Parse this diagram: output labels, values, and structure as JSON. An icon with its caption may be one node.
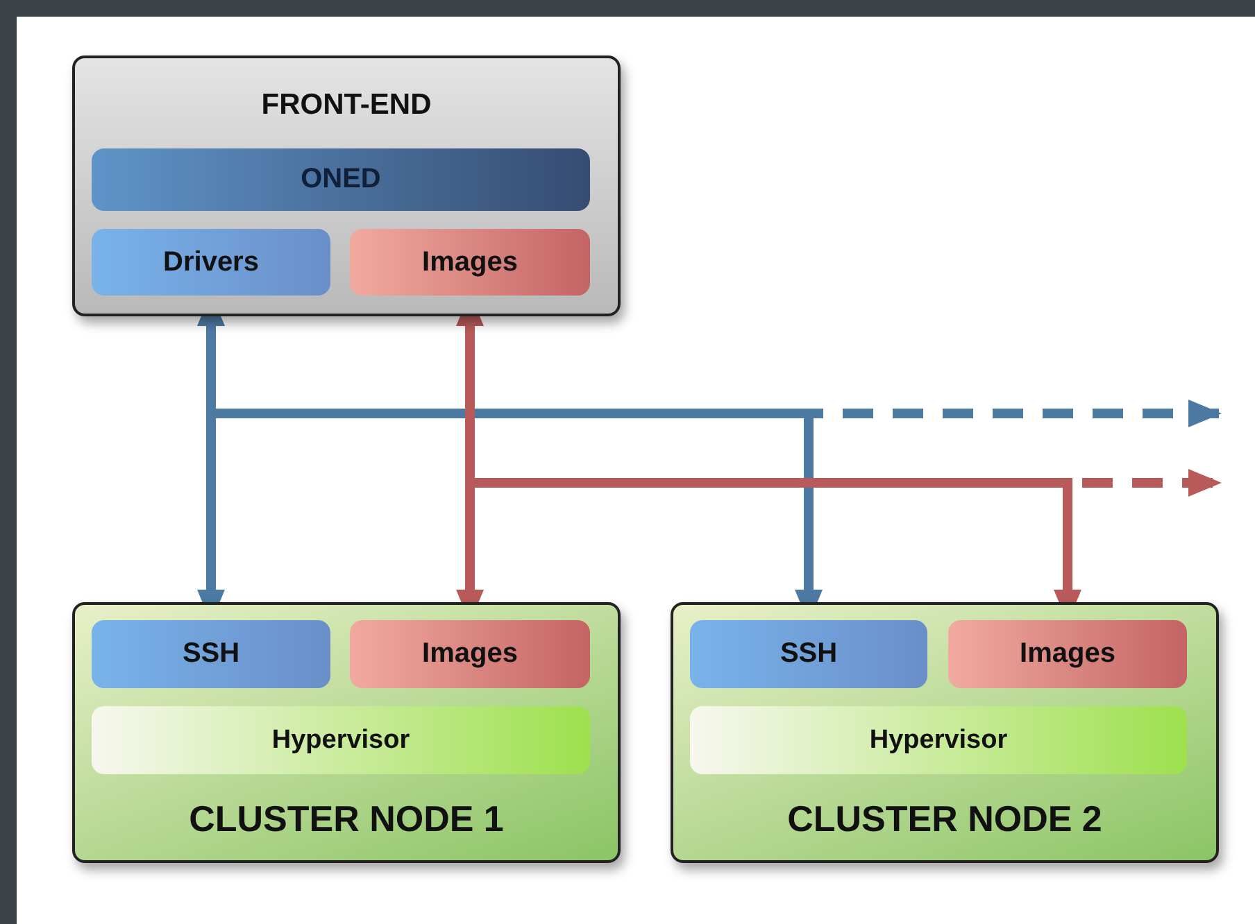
{
  "diagram": {
    "nodes": [
      {
        "text": [
          "FRONT-END"
        ]
      },
      {
        "text": [
          "ONED"
        ],
        "in": 0
      },
      {
        "text": [
          "Drivers"
        ],
        "in": 0
      },
      {
        "text": [
          "Images"
        ],
        "in": 0
      },
      {
        "text": [
          "CLUSTER NODE 1"
        ]
      },
      {
        "text": [
          "SSH"
        ],
        "in": 4
      },
      {
        "text": [
          "Images"
        ],
        "in": 4
      },
      {
        "text": [
          "Hypervisor"
        ],
        "in": 4
      },
      {
        "text": [
          "CLUSTER NODE 2"
        ]
      },
      {
        "text": [
          "SSH"
        ],
        "in": 8
      },
      {
        "text": [
          "Images"
        ],
        "in": 8
      },
      {
        "text": [
          "Hypervisor"
        ],
        "in": 8
      }
    ],
    "edges": [
      {
        "from": 2,
        "to": 5,
        "arrow": "both",
        "color": "#4d7aa3"
      },
      {
        "from": 2,
        "to": 9,
        "arrow": "to",
        "color": "#4d7aa3"
      },
      {
        "from": 2,
        "to": null,
        "arrow": "to",
        "style": "dashed",
        "color": "#4d7aa3"
      },
      {
        "from": 3,
        "to": 6,
        "arrow": "both",
        "color": "#b85a5a"
      },
      {
        "from": 3,
        "to": 10,
        "arrow": "to",
        "color": "#b85a5a"
      },
      {
        "from": 3,
        "to": null,
        "arrow": "to",
        "style": "dashed",
        "color": "#b85a5a"
      }
    ]
  }
}
